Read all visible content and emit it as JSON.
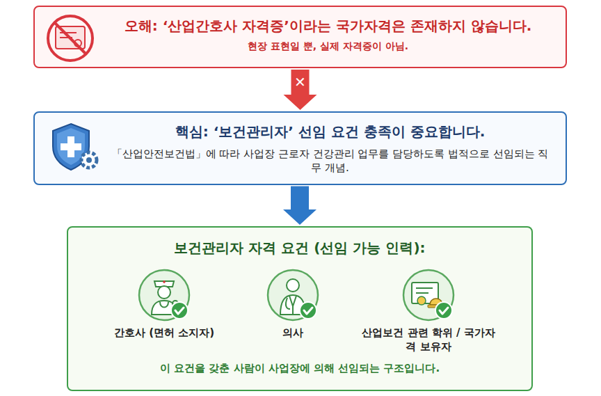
{
  "diagram": {
    "nodes": [
      {
        "text": [
          "오해: ‘산업간호사 자격증’이라는 국가자격은 존재하지 않습니다.",
          "현장 표현일 뿐, 실제 자격증이 아님."
        ]
      },
      {
        "text": [
          "핵심: ‘보건관리자’ 선임 요건 충족이 중요합니다.",
          "「산업안전보건법」에 따라 사업장 근로자 건강관리 업무를 담당하도록 법적으로 선임되는 직무 개념."
        ]
      },
      {
        "text": [
          "보건관리자 자격 요건 (선임 가능 인력):",
          "이 요건을 갖춘 사람이 사업장에 의해 선임되는 구조입니다."
        ]
      },
      {
        "text": [
          "간호사 (면허 소지자)"
        ],
        "in": 2
      },
      {
        "text": [
          "의사"
        ],
        "in": 2
      },
      {
        "text": [
          "산업보건 관련 학위 / 국가자격 보유자"
        ],
        "in": 2
      }
    ],
    "edges": [
      {
        "from": 0,
        "to": 1,
        "label": "✕",
        "arrow": "to"
      },
      {
        "from": 1,
        "to": 2,
        "arrow": "to"
      }
    ]
  }
}
